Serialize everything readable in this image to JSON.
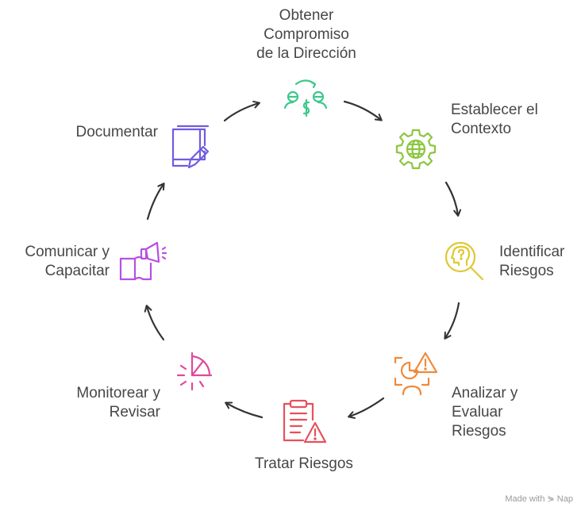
{
  "steps": [
    {
      "id": "obtener",
      "lines": [
        "Obtener",
        "Compromiso",
        "de la Dirección"
      ],
      "icon": "people-exchange-icon",
      "color": "#3cc88c"
    },
    {
      "id": "establecer",
      "lines": [
        "Establecer el",
        "Contexto"
      ],
      "icon": "globe-gear-icon",
      "color": "#8cc63f"
    },
    {
      "id": "identificar",
      "lines": [
        "Identificar",
        "Riesgos"
      ],
      "icon": "head-magnifier-icon",
      "color": "#e0c832"
    },
    {
      "id": "analizar",
      "lines": [
        "Analizar y",
        "Evaluar",
        "Riesgos"
      ],
      "icon": "chart-warning-icon",
      "color": "#ef8a3a"
    },
    {
      "id": "tratar",
      "lines": [
        "Tratar Riesgos"
      ],
      "icon": "document-warning-icon",
      "color": "#e8505b"
    },
    {
      "id": "monitorear",
      "lines": [
        "Monitorear y",
        "Revisar"
      ],
      "icon": "gauge-icon",
      "color": "#e0489a"
    },
    {
      "id": "comunicar",
      "lines": [
        "Comunicar y",
        "Capacitar"
      ],
      "icon": "book-megaphone-icon",
      "color": "#b84fe0"
    },
    {
      "id": "documentar",
      "lines": [
        "Documentar"
      ],
      "icon": "notebook-pencil-icon",
      "color": "#6f5ce0"
    }
  ],
  "footer": "Made with ⋟ Nap"
}
